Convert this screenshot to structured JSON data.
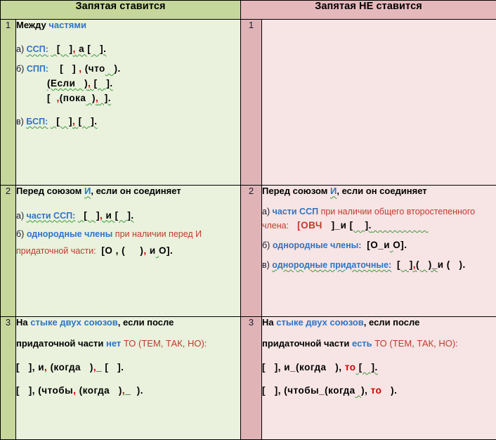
{
  "table": {
    "headers": {
      "left": "Запятая ставится",
      "right": "Запятая НЕ ставится",
      "left_bg": "#c5d79b",
      "right_bg": "#e5b9bc"
    },
    "rows": [
      {
        "number_left": "1",
        "number_right": "1",
        "left": {
          "title_plain": "Между",
          "title_accent": "частями",
          "items": [
            {
              "marker": "а)",
              "label": "ССП:",
              "formula": "[    ] , а [    ].",
              "formula_parts": [
                "[    ]",
                ",",
                " а [    ]."
              ]
            },
            {
              "marker": "б)",
              "label": "СПП:",
              "formula_lines": [
                "[    ] , (что    ).",
                "(Если    ) , [    ].",
                "[   ,(пока   ) ,   ]."
              ]
            },
            {
              "marker": "в)",
              "label": "БСП:",
              "formula": "[    ] , [    ]."
            }
          ]
        },
        "right": {
          "empty": true,
          "content": ""
        }
      },
      {
        "number_left": "2",
        "number_right": "2",
        "left": {
          "title_pre": "Перед союзом",
          "title_conj": "И",
          "title_post": ", если он соединяет",
          "items": [
            {
              "marker": "а)",
              "label": "части ССП:",
              "formula": "[    ] , и [    ]."
            },
            {
              "marker": "б)",
              "label": "однородные члены",
              "note": "при наличии  перед  И",
              "note2": "придаточной части:",
              "formula": "[О , (      ) , и О]."
            }
          ]
        },
        "right": {
          "title_pre": "Перед союзом",
          "title_conj": "И",
          "title_post": ", если он соединяет",
          "items": [
            {
              "marker": "а)",
              "label": "части ССП",
              "note": "при наличии общего второстепенного",
              "note2": "члена:",
              "formula": "[ОВЧ    ]_и [     ]."
            },
            {
              "marker": "б)",
              "label": "однородные члены:",
              "formula": "[О_и О]."
            },
            {
              "marker": "в)",
              "label": "однородные придаточные:",
              "formula": "[    ] , (    )_и (    )."
            }
          ]
        }
      },
      {
        "number_left": "3",
        "number_right": "3",
        "left": {
          "title_pre": "На",
          "title_accent": "стыке двух союзов",
          "title_post": ", если после",
          "line2_pre": "придаточной части",
          "line2_accent": "нет",
          "line2_post": "ТО (ТЕМ,  ТАК,  НО):",
          "formulas": [
            "[    ], и, (когда    ),_ [    ].",
            "[    ], (чтобы, (когда    ),_   )."
          ]
        },
        "right": {
          "title_pre": "На",
          "title_accent": "стыке двух союзов",
          "title_post": ", если после",
          "line2_pre": "придаточной части",
          "line2_accent": "есть",
          "line2_post": "ТО (ТЕМ,  ТАК,  НО):",
          "formulas": [
            "[    ], и_(когда    ), то [    ].",
            "[    ], (чтобы_(когда    ), то    )."
          ]
        }
      }
    ]
  },
  "colors": {
    "accent_blue": "#2e74c6",
    "accent_red": "#c0392b",
    "comma_red": "#cc0000",
    "spell_green": "#3a9b3a",
    "cell_green_bg": "#eaf1dd",
    "cell_pink_bg": "#f7e4e4"
  }
}
